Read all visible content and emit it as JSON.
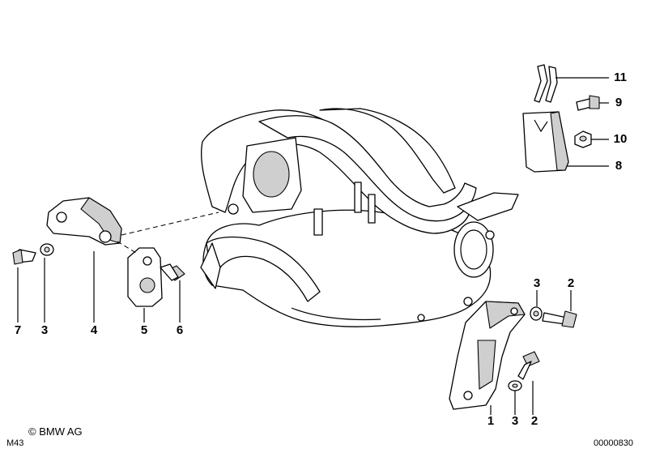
{
  "callouts": {
    "c1": "1",
    "c2a": "2",
    "c2b": "2",
    "c3a": "3",
    "c3b": "3",
    "c3c": "3",
    "c4": "4",
    "c5": "5",
    "c6": "6",
    "c7": "7",
    "c8": "8",
    "c9": "9",
    "c10": "10",
    "c11": "11"
  },
  "footer": {
    "copyright": "© BMW AG",
    "model_code": "M43",
    "diagram_number": "00000830"
  }
}
